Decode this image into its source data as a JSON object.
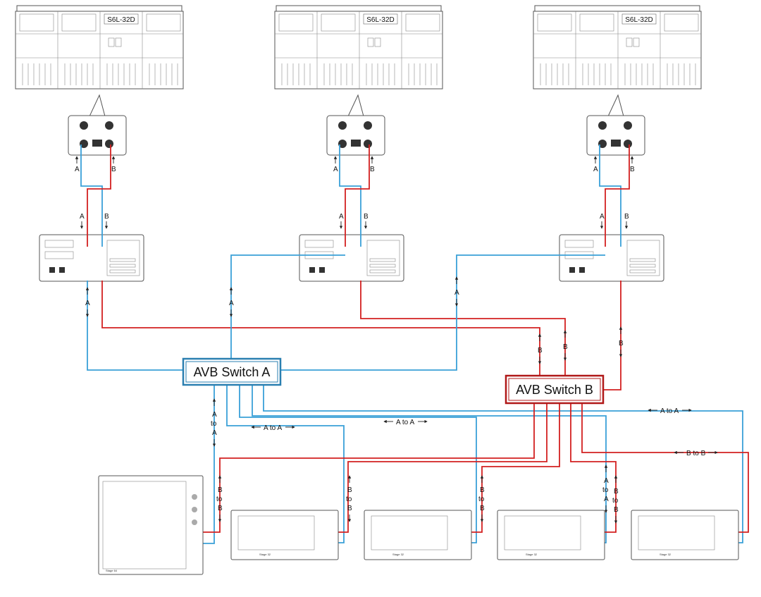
{
  "consoles": [
    {
      "model": "S6L-32D"
    },
    {
      "model": "S6L-32D"
    },
    {
      "model": "S6L-32D"
    }
  ],
  "switches": {
    "a": {
      "label": "AVB Switch A",
      "color": "#3aa0d8"
    },
    "b": {
      "label": "AVB Switch B",
      "color": "#d32020"
    }
  },
  "labels": {
    "a": "A",
    "b": "B",
    "a_to_a": "A to A",
    "b_to_b": "B to B",
    "to": "to"
  },
  "stageboxes": [
    {
      "model": "Stage 64"
    },
    {
      "model": "Stage 32"
    },
    {
      "model": "Stage 32"
    },
    {
      "model": "Stage 32"
    },
    {
      "model": "Stage 32"
    }
  ],
  "colors": {
    "network_a": "#3aa0d8",
    "network_b": "#d32020"
  }
}
